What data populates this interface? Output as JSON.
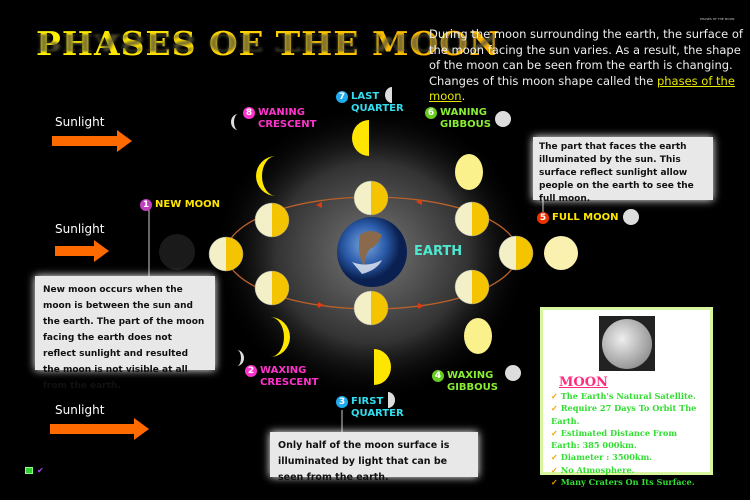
{
  "title": "PHASES OF THE MOON",
  "tiny_caption": "PHASES OF THE MOON",
  "intro": {
    "text": "During the moon surrounding the earth, the surface of the moon facing the sun varies. As a result, the shape of the moon can be seen from the earth is changing. Changes of this moon shape called the ",
    "highlight": "phases of the moon",
    "end": "."
  },
  "sunlight": [
    "Sunlight",
    "Sunlight",
    "Sunlight"
  ],
  "earth_label": "EARTH",
  "phases": [
    {
      "num": "1",
      "name": "NEW MOON",
      "color": "#ffe600",
      "num_color": "#c040c0"
    },
    {
      "num": "2",
      "name": "WAXING\nCRESCENT",
      "line1": "WAXING",
      "line2": "CRESCENT",
      "color": "#ff33cc",
      "num_color": "#ff33cc"
    },
    {
      "num": "3",
      "line1": "FIRST",
      "line2": "QUARTER",
      "color": "#33ddee",
      "num_color": "#22aaee"
    },
    {
      "num": "4",
      "line1": "WAXING",
      "line2": "GIBBOUS",
      "color": "#88ee33",
      "num_color": "#66cc22"
    },
    {
      "num": "5",
      "name": "FULL MOON",
      "color": "#ffe600",
      "num_color": "#ee3300"
    },
    {
      "num": "6",
      "line1": "WANING",
      "line2": "GIBBOUS",
      "color": "#88ee33",
      "num_color": "#66cc22"
    },
    {
      "num": "7",
      "line1": "LAST",
      "line2": "QUARTER",
      "color": "#33ddee",
      "num_color": "#22aaee"
    },
    {
      "num": "8",
      "line1": "WANING",
      "line2": "CRESCENT",
      "color": "#ff33cc",
      "num_color": "#ff33cc"
    }
  ],
  "boxes": {
    "full_moon": "The part that faces the earth illuminated by the sun. This surface reflect sunlight allow people on the earth to see the full moon.",
    "new_moon": "New moon occurs when the moon is between the sun and the earth. The part of the moon facing the earth does not reflect sunlight and resulted the moon is not visible at all from the earth.",
    "first_quarter": "Only half of the moon surface is illuminated by light that can be seen from the earth."
  },
  "moon_info": {
    "title": "MOON",
    "facts": [
      "The Earth's Natural Satellite.",
      "Require 27 Days To Orbit The Earth.",
      "Estimated Distance From Earth: 385 000km.",
      "Diameter :  3500km.",
      "No Atmosphere.",
      "Many Craters On Its Surface."
    ]
  },
  "colors": {
    "sunlight_arrow": "#ff6a00",
    "lit_half": "#f5c400",
    "dark_half": "#f3f0c8",
    "orbit": "#b8602a"
  }
}
